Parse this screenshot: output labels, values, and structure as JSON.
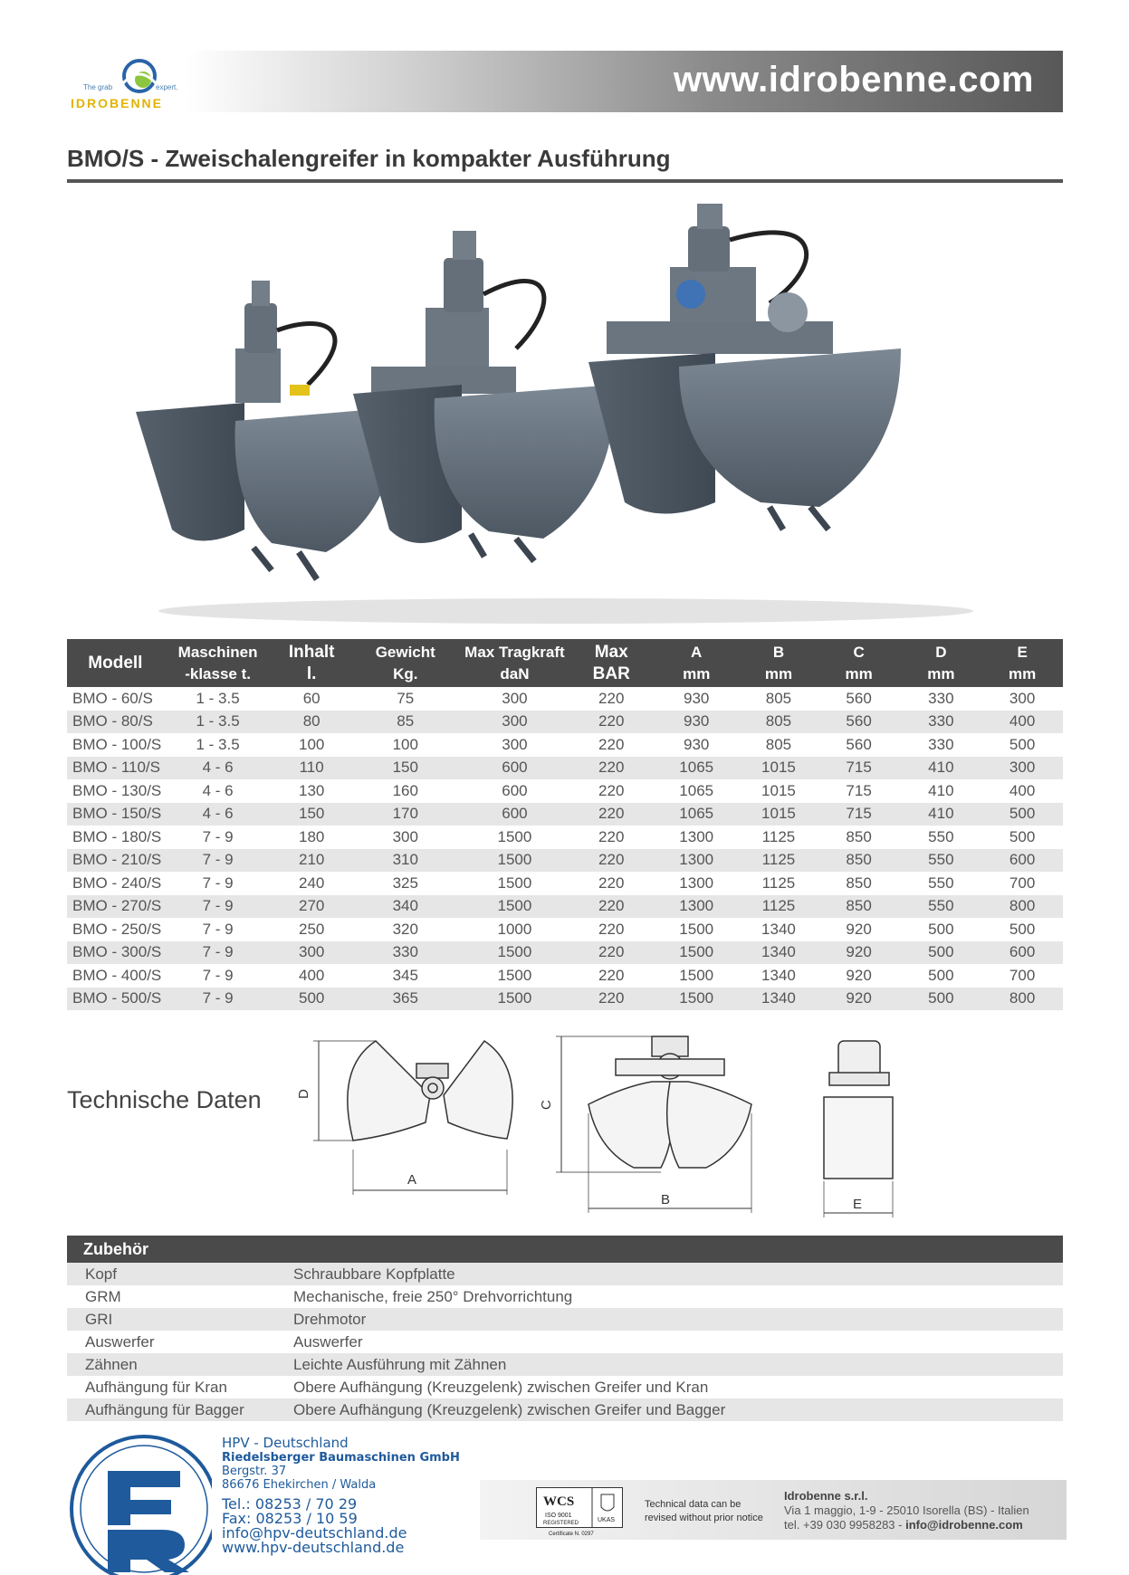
{
  "header": {
    "url": "www.idrobenne.com",
    "logo": {
      "tag_left": "The grab",
      "tag_right": "expert.",
      "name": "IDROBENNE"
    }
  },
  "title": "BMO/S  - Zweischalengreifer in kompakter Ausführung",
  "table": {
    "headers": [
      {
        "l1": "Modell",
        "l2": ""
      },
      {
        "l1": "Maschinen",
        "l2": "-klasse  t."
      },
      {
        "l1": "Inhalt",
        "l2": "l."
      },
      {
        "l1": "Gewicht",
        "l2": "Kg."
      },
      {
        "l1": "Max Tragkraft",
        "l2": "daN"
      },
      {
        "l1": "Max",
        "l2": "BAR"
      },
      {
        "l1": "A",
        "l2": "mm"
      },
      {
        "l1": "B",
        "l2": "mm"
      },
      {
        "l1": "C",
        "l2": "mm"
      },
      {
        "l1": "D",
        "l2": "mm"
      },
      {
        "l1": "E",
        "l2": "mm"
      }
    ],
    "rows": [
      [
        "BMO - 60/S",
        "1 - 3.5",
        "60",
        "75",
        "300",
        "220",
        "930",
        "805",
        "560",
        "330",
        "300"
      ],
      [
        "BMO - 80/S",
        "1 - 3.5",
        "80",
        "85",
        "300",
        "220",
        "930",
        "805",
        "560",
        "330",
        "400"
      ],
      [
        "BMO - 100/S",
        "1 - 3.5",
        "100",
        "100",
        "300",
        "220",
        "930",
        "805",
        "560",
        "330",
        "500"
      ],
      [
        "BMO - 110/S",
        "4 - 6",
        "110",
        "150",
        "600",
        "220",
        "1065",
        "1015",
        "715",
        "410",
        "300"
      ],
      [
        "BMO - 130/S",
        "4 - 6",
        "130",
        "160",
        "600",
        "220",
        "1065",
        "1015",
        "715",
        "410",
        "400"
      ],
      [
        "BMO - 150/S",
        "4 - 6",
        "150",
        "170",
        "600",
        "220",
        "1065",
        "1015",
        "715",
        "410",
        "500"
      ],
      [
        "BMO - 180/S",
        "7 - 9",
        "180",
        "300",
        "1500",
        "220",
        "1300",
        "1125",
        "850",
        "550",
        "500"
      ],
      [
        "BMO - 210/S",
        "7 - 9",
        "210",
        "310",
        "1500",
        "220",
        "1300",
        "1125",
        "850",
        "550",
        "600"
      ],
      [
        "BMO - 240/S",
        "7 - 9",
        "240",
        "325",
        "1500",
        "220",
        "1300",
        "1125",
        "850",
        "550",
        "700"
      ],
      [
        "BMO - 270/S",
        "7 - 9",
        "270",
        "340",
        "1500",
        "220",
        "1300",
        "1125",
        "850",
        "550",
        "800"
      ],
      [
        "BMO - 250/S",
        "7 - 9",
        "250",
        "320",
        "1000",
        "220",
        "1500",
        "1340",
        "920",
        "500",
        "500"
      ],
      [
        "BMO - 300/S",
        "7 - 9",
        "300",
        "330",
        "1500",
        "220",
        "1500",
        "1340",
        "920",
        "500",
        "600"
      ],
      [
        "BMO - 400/S",
        "7 - 9",
        "400",
        "345",
        "1500",
        "220",
        "1500",
        "1340",
        "920",
        "500",
        "700"
      ],
      [
        "BMO - 500/S",
        "7 - 9",
        "500",
        "365",
        "1500",
        "220",
        "1500",
        "1340",
        "920",
        "500",
        "800"
      ]
    ]
  },
  "tech": {
    "label": "Technische Daten",
    "dims": {
      "a": "A",
      "b": "B",
      "c": "C",
      "d": "D",
      "e": "E"
    }
  },
  "accessories": {
    "heading": "Zubehör",
    "items": [
      {
        "key": "Kopf",
        "value": "Schraubbare Kopfplatte"
      },
      {
        "key": "GRM",
        "value": "Mechanische, freie 250° Drehvorrichtung"
      },
      {
        "key": "GRI",
        "value": "Drehmotor"
      },
      {
        "key": "Auswerfer",
        "value": "Auswerfer"
      },
      {
        "key": "Zähnen",
        "value": "Leichte Ausführung mit Zähnen"
      },
      {
        "key": "Aufhängung für Kran",
        "value": "Obere Aufhängung (Kreuzgelenk) zwischen Greifer und Kran"
      },
      {
        "key": "Aufhängung für Bagger",
        "value": "Obere Aufhängung (Kreuzgelenk) zwischen Greifer und Bagger"
      }
    ]
  },
  "dealer": {
    "name": "HPV - Deutschland",
    "company": "Riedelsberger Baumaschinen GmbH",
    "street": "Bergstr. 37",
    "city": "86676 Ehekirchen / Walda",
    "tel": "Tel.: 08253 / 70 29",
    "fax": "Fax: 08253 / 10 59",
    "email": "info@hpv-deutschland.de",
    "web": "www.hpv-deutschland.de"
  },
  "footer": {
    "cert_logo": "WCS",
    "cert_iso": "ISO 9001",
    "cert_reg": "REGISTERED",
    "cert_ukas": "UKAS",
    "cert_no": "Certificate N. 0297",
    "notice": "Technical data can be revised without prior notice",
    "company": "Idrobenne s.r.l.",
    "address": "Via 1 maggio, 1-9 - 25010 Isorella (BS) - Italien",
    "tel": "tel. +39 030 9958283 - ",
    "email": "info@idrobenne.com"
  },
  "colors": {
    "dark_band": "#4a4a4a",
    "row_alt": "#e6e6e6",
    "dealer_blue": "#1e5a9c",
    "grab_gray": "#5f6a75"
  }
}
